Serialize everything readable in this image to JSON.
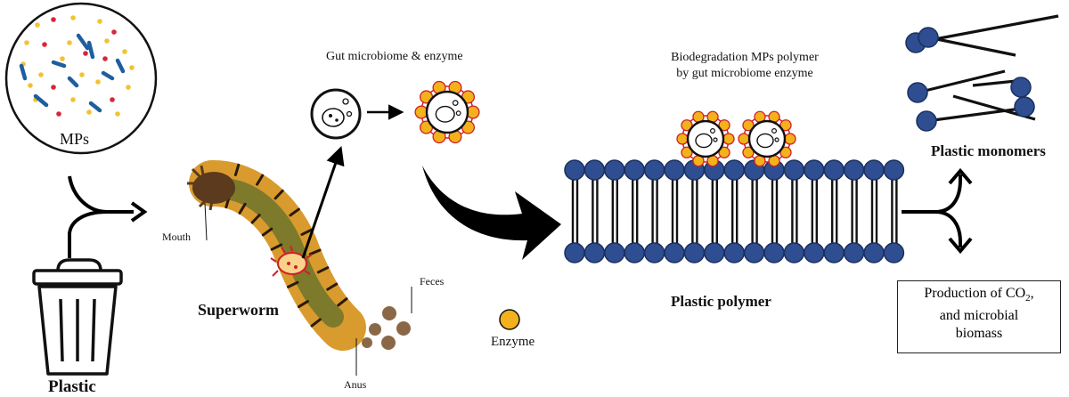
{
  "labels": {
    "mps": "MPs",
    "plastic": "Plastic",
    "mouth": "Mouth",
    "anus": "Anus",
    "feces": "Feces",
    "superworm": "Superworm",
    "gut": "Gut microbiome & enzyme",
    "biodeg_line1": "Biodegradation MPs polymer",
    "biodeg_line2": "by gut microbiome enzyme",
    "enzyme": "Enzyme",
    "plastic_polymer": "Plastic polymer",
    "plastic_monomers": "Plastic monomers",
    "production_line1": "Production of CO",
    "production_sub": "2",
    "production_suffix": ",",
    "production_line2": "and microbial",
    "production_line3": "biomass"
  },
  "colors": {
    "bead_blue": "#2e4e91",
    "bead_stroke": "#1a2f5e",
    "particle_red": "#d8263a",
    "particle_yellow": "#f2c230",
    "particle_blue": "#1d5ea0",
    "enzyme_orange": "#f3b21c",
    "microbe_red": "#cf1f28",
    "worm_body": "#d99b2e",
    "worm_gut": "#7d7a2c",
    "worm_head": "#5b3a1d",
    "feces_brown": "#8a6847",
    "arrow_black": "#000000"
  },
  "icons": [
    "trash-can-icon",
    "microbe-icon",
    "worm-icon",
    "enzyme-icon"
  ]
}
